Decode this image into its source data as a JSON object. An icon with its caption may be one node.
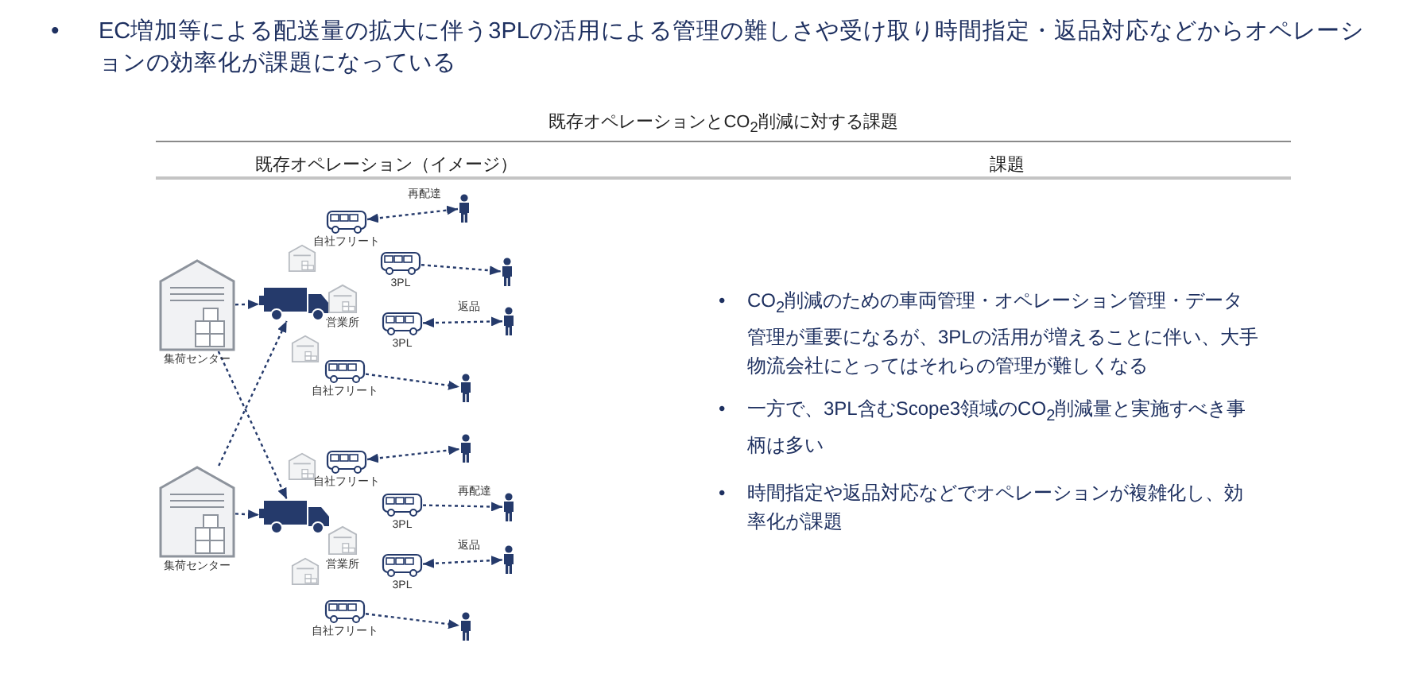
{
  "diagram": {
    "nodes": [
      {
        "text": [
          "集荷センター"
        ]
      },
      {
        "text": [],
        "shape": "picture"
      },
      {
        "text": [],
        "shape": "picture"
      },
      {
        "text": [
          "自社フリート"
        ]
      },
      {
        "text": [],
        "shape": "person"
      },
      {
        "text": [
          "3PL"
        ]
      },
      {
        "text": [],
        "shape": "person"
      },
      {
        "text": [
          "営業所"
        ]
      },
      {
        "text": [
          "3PL"
        ]
      },
      {
        "text": [],
        "shape": "person"
      },
      {
        "text": [],
        "shape": "picture"
      },
      {
        "text": [
          "自社フリート"
        ]
      },
      {
        "text": [],
        "shape": "person"
      },
      {
        "text": [
          "集荷センター"
        ]
      },
      {
        "text": [],
        "shape": "picture"
      },
      {
        "text": [],
        "shape": "picture"
      },
      {
        "text": [
          "自社フリート"
        ]
      },
      {
        "text": [],
        "shape": "person"
      },
      {
        "text": [
          "3PL"
        ]
      },
      {
        "text": [],
        "shape": "person"
      },
      {
        "text": [
          "営業所"
        ]
      },
      {
        "text": [
          "3PL"
        ]
      },
      {
        "text": [],
        "shape": "person"
      },
      {
        "text": [],
        "shape": "picture"
      },
      {
        "text": [
          "自社フリート"
        ]
      },
      {
        "text": [],
        "shape": "person"
      }
    ],
    "edges": [
      {
        "from": 0,
        "to": 1,
        "arrow": "to",
        "style": "dashed"
      },
      {
        "from": 3,
        "to": 4,
        "arrow": "both",
        "style": "dashed",
        "label": "再配達"
      },
      {
        "from": 5,
        "to": 6,
        "arrow": "to",
        "style": "dashed"
      },
      {
        "from": 8,
        "to": 9,
        "arrow": "both",
        "style": "dashed",
        "label": "返品"
      },
      {
        "from": 11,
        "to": 12,
        "arrow": "to",
        "style": "dashed"
      },
      {
        "from": 0,
        "to": 14,
        "arrow": "to",
        "style": "dashed"
      },
      {
        "from": 13,
        "to": 1,
        "arrow": "to",
        "style": "dashed"
      },
      {
        "from": 13,
        "to": 14,
        "arrow": "to",
        "style": "dashed"
      },
      {
        "from": 16,
        "to": 17,
        "arrow": "both",
        "style": "dashed"
      },
      {
        "from": 18,
        "to": 19,
        "arrow": "to",
        "style": "dashed",
        "label": "再配達"
      },
      {
        "from": 21,
        "to": 22,
        "arrow": "both",
        "style": "dashed",
        "label": "返品"
      },
      {
        "from": 24,
        "to": 25,
        "arrow": "to",
        "style": "dashed"
      }
    ],
    "labels": [
      "•",
      "EC増加等による配送量の拡大に伴う3PLの活用による管理の難しさや受け取り時間指定・返品対応などからオペレーションの効率化が課題になっている",
      "既存オペレーションとCO$_{2}$削減に対する課題",
      "既存オペレーション（イメージ）",
      "課題",
      "•",
      "CO$_{2}$削減のための車両管理・オペレーション管理・データ管理が重要になるが、3PLの活用が増えることに伴い、大手物流会社にとってはそれらの管理が難しくなる",
      "•",
      "一方で、3PL含むScope3領域のCO$_{2}$削減量と実施すべき事柄は多い",
      "•",
      "時間指定や返品対応などでオペレーションが複雑化し、効率化が課題"
    ]
  }
}
